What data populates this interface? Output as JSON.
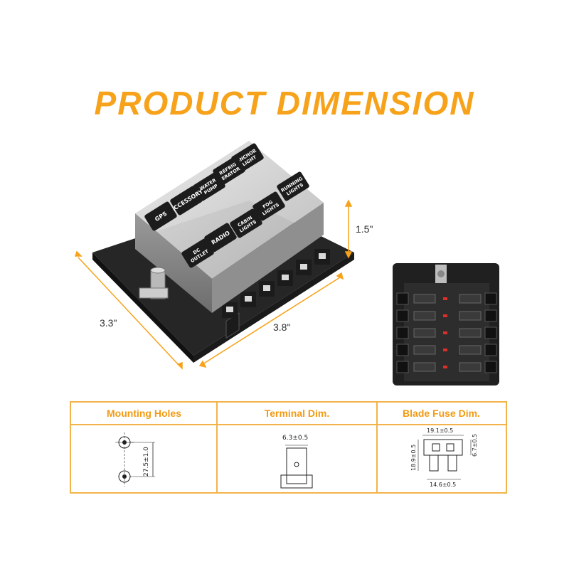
{
  "title": "PRODUCT DIMENSION",
  "dimensions": {
    "height": "1.5\"",
    "depth": "3.3\"",
    "width": "3.8\""
  },
  "fuse_labels": [
    "ANCHOR LIGHT",
    "REFRIG ERATOR",
    "WATER PUMP",
    "ACCESSORY",
    "GPS",
    "RUNNING LIGHTS",
    "FOG LIGHTS",
    "CABIN LIGHTS",
    "RADIO",
    "DC OUTLET"
  ],
  "table": {
    "headers": [
      "Mounting Holes",
      "Terminal Dim.",
      "Blade Fuse Dim."
    ],
    "mounting_holes": {
      "spacing": "27.5±1.0"
    },
    "terminal": {
      "width": "6.3±0.5"
    },
    "blade_fuse": {
      "top_width": "19.1±0.5",
      "height": "18.9±0.5",
      "blade_height": "6.7±0.5",
      "bottom_width": "14.6±0.5"
    }
  },
  "colors": {
    "accent": "#f7a21b",
    "table_border": "#f2b44a"
  }
}
